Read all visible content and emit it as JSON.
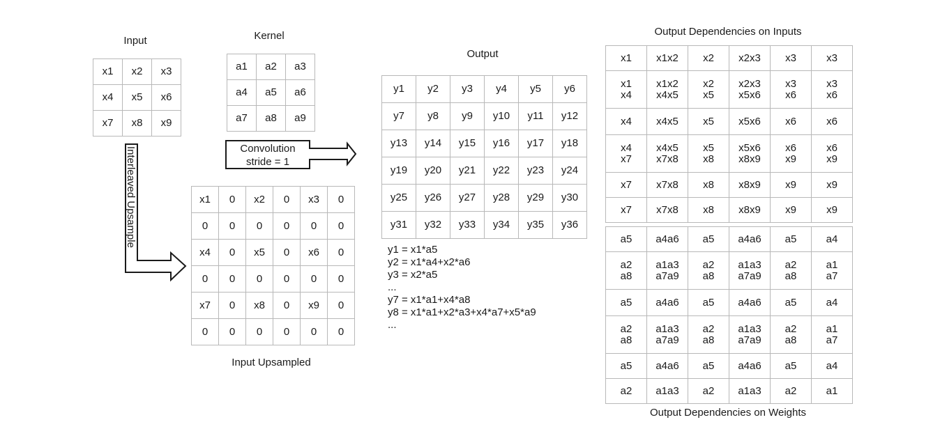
{
  "input": {
    "title": "Input",
    "rows": [
      [
        "x1",
        "x2",
        "x3"
      ],
      [
        "x4",
        "x5",
        "x6"
      ],
      [
        "x7",
        "x8",
        "x9"
      ]
    ]
  },
  "kernel": {
    "title": "Kernel",
    "rows": [
      [
        "a1",
        "a2",
        "a3"
      ],
      [
        "a4",
        "a5",
        "a6"
      ],
      [
        "a7",
        "a8",
        "a9"
      ]
    ]
  },
  "conv_arrow": {
    "line1": "Convolution",
    "line2": "stride = 1"
  },
  "upsample_arrow": {
    "label": "Interleaved Upsample"
  },
  "upsampled": {
    "title": "Input Upsampled",
    "rows": [
      [
        "x1",
        "0",
        "x2",
        "0",
        "x3",
        "0"
      ],
      [
        "0",
        "0",
        "0",
        "0",
        "0",
        "0"
      ],
      [
        "x4",
        "0",
        "x5",
        "0",
        "x6",
        "0"
      ],
      [
        "0",
        "0",
        "0",
        "0",
        "0",
        "0"
      ],
      [
        "x7",
        "0",
        "x8",
        "0",
        "x9",
        "0"
      ],
      [
        "0",
        "0",
        "0",
        "0",
        "0",
        "0"
      ]
    ]
  },
  "output": {
    "title": "Output",
    "rows": [
      [
        "y1",
        "y2",
        "y3",
        "y4",
        "y5",
        "y6"
      ],
      [
        "y7",
        "y8",
        "y9",
        "y10",
        "y11",
        "y12"
      ],
      [
        "y13",
        "y14",
        "y15",
        "y16",
        "y17",
        "y18"
      ],
      [
        "y19",
        "y20",
        "y21",
        "y22",
        "y23",
        "y24"
      ],
      [
        "y25",
        "y26",
        "y27",
        "y28",
        "y29",
        "y30"
      ],
      [
        "y31",
        "y32",
        "y33",
        "y34",
        "y35",
        "y36"
      ]
    ]
  },
  "equations": [
    "y1 = x1*a5",
    "y2 = x1*a4+x2*a6",
    "y3 = x2*a5",
    "...",
    "y7 = x1*a1+x4*a8",
    "y8 = x1*a1+x2*a3+x4*a7+x5*a9",
    "..."
  ],
  "dep_inputs": {
    "title": "Output Dependencies on Inputs",
    "rows": [
      [
        "x1",
        "x1x2",
        "x2",
        "x2x3",
        "x3",
        "x3"
      ],
      [
        "x1\nx4",
        "x1x2\nx4x5",
        "x2\nx5",
        "x2x3\nx5x6",
        "x3\nx6",
        "x3\nx6"
      ],
      [
        "x4",
        "x4x5",
        "x5",
        "x5x6",
        "x6",
        "x6"
      ],
      [
        "x4\nx7",
        "x4x5\nx7x8",
        "x5\nx8",
        "x5x6\nx8x9",
        "x6\nx9",
        "x6\nx9"
      ],
      [
        "x7",
        "x7x8",
        "x8",
        "x8x9",
        "x9",
        "x9"
      ],
      [
        "x7",
        "x7x8",
        "x8",
        "x8x9",
        "x9",
        "x9"
      ]
    ]
  },
  "dep_weights": {
    "title": "Output Dependencies on Weights",
    "rows": [
      [
        "a5",
        "a4a6",
        "a5",
        "a4a6",
        "a5",
        "a4"
      ],
      [
        "a2\na8",
        "a1a3\na7a9",
        "a2\na8",
        "a1a3\na7a9",
        "a2\na8",
        "a1\na7"
      ],
      [
        "a5",
        "a4a6",
        "a5",
        "a4a6",
        "a5",
        "a4"
      ],
      [
        "a2\na8",
        "a1a3\na7a9",
        "a2\na8",
        "a1a3\na7a9",
        "a2\na8",
        "a1\na7"
      ],
      [
        "a5",
        "a4a6",
        "a5",
        "a4a6",
        "a5",
        "a4"
      ],
      [
        "a2",
        "a1a3",
        "a2",
        "a1a3",
        "a2",
        "a1"
      ]
    ]
  }
}
